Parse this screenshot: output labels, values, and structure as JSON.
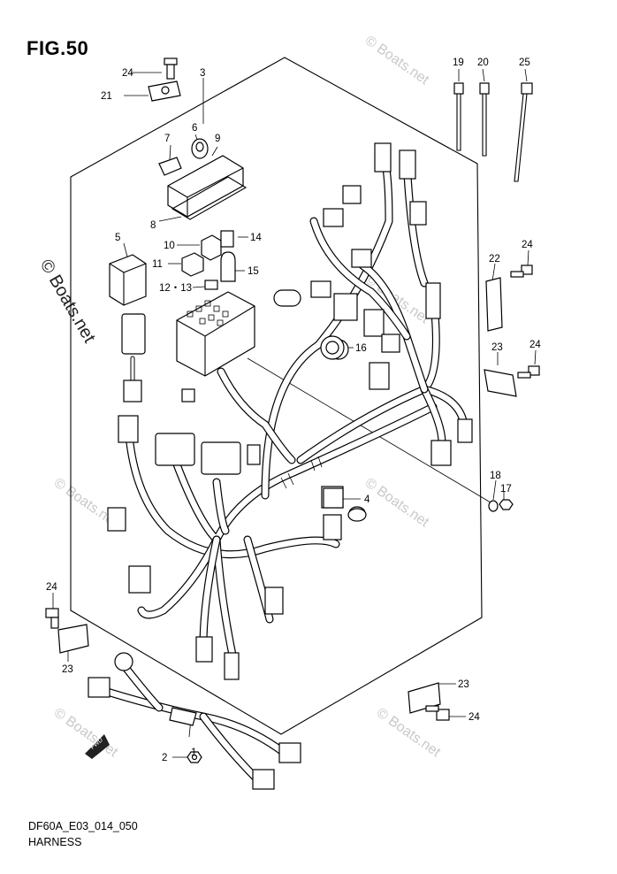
{
  "figure": {
    "title": "FIG.50",
    "code": "DF60A_E03_014_050",
    "caption": "HARNESS"
  },
  "watermark": {
    "text": "© Boats.net"
  },
  "fwd_label": "FWD",
  "callouts": {
    "c1": "1",
    "c2": "2",
    "c3": "3",
    "c4": "4",
    "c5": "5",
    "c6": "6",
    "c7": "7",
    "c8": "8",
    "c9": "9",
    "c10": "10",
    "c11": "11",
    "c12_13": "12・13",
    "c14": "14",
    "c15": "15",
    "c16": "16",
    "c17": "17",
    "c18": "18",
    "c19": "19",
    "c20": "20",
    "c21": "21",
    "c22": "22",
    "c23a": "23",
    "c23b": "23",
    "c23c": "23",
    "c24a": "24",
    "c24b": "24",
    "c24c": "24",
    "c24d": "24",
    "c24e": "24",
    "c25": "25"
  }
}
